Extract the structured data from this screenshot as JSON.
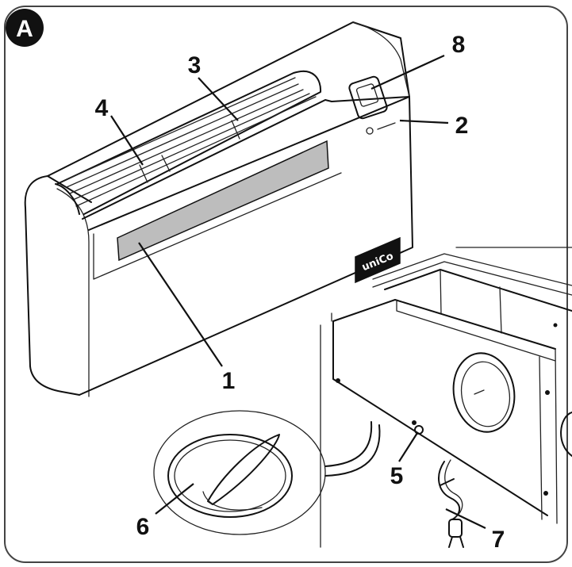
{
  "figure": {
    "badge": "A",
    "callouts": [
      {
        "id": "1",
        "label": "1"
      },
      {
        "id": "2",
        "label": "2"
      },
      {
        "id": "3",
        "label": "3"
      },
      {
        "id": "4",
        "label": "4"
      },
      {
        "id": "5",
        "label": "5"
      },
      {
        "id": "6",
        "label": "6"
      },
      {
        "id": "7",
        "label": "7"
      },
      {
        "id": "8",
        "label": "8"
      }
    ],
    "logo_text": "uniCo"
  },
  "colors": {
    "outline": "#111111",
    "badge_fill": "#111111",
    "panel_fill": "#ffffff",
    "display_strip": "#bdbdbd",
    "frame_border": "#444444"
  }
}
